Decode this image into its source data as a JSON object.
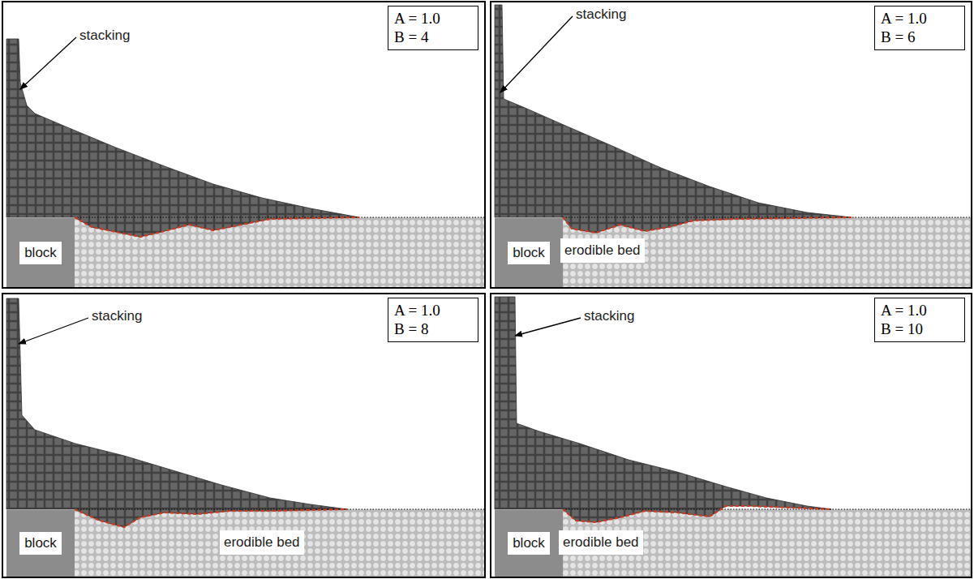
{
  "diagram": {
    "nodes": [
      {
        "text": [
          "A = 1.0",
          "B = 4"
        ]
      },
      {
        "text": [
          "block"
        ]
      },
      {
        "text": [
          "A = 1.0",
          "B = 6"
        ]
      },
      {
        "text": [
          "block"
        ]
      },
      {
        "text": [
          "A = 1.0",
          "B = 8"
        ]
      },
      {
        "text": [
          "block"
        ]
      },
      {
        "text": [
          "A = 1.0",
          "B = 10"
        ]
      },
      {
        "text": [
          "block"
        ]
      }
    ],
    "labels": [
      "stacking",
      "stacking",
      "erodible bed",
      "stacking",
      "erodible bed",
      "stacking",
      "erodible bed"
    ]
  }
}
